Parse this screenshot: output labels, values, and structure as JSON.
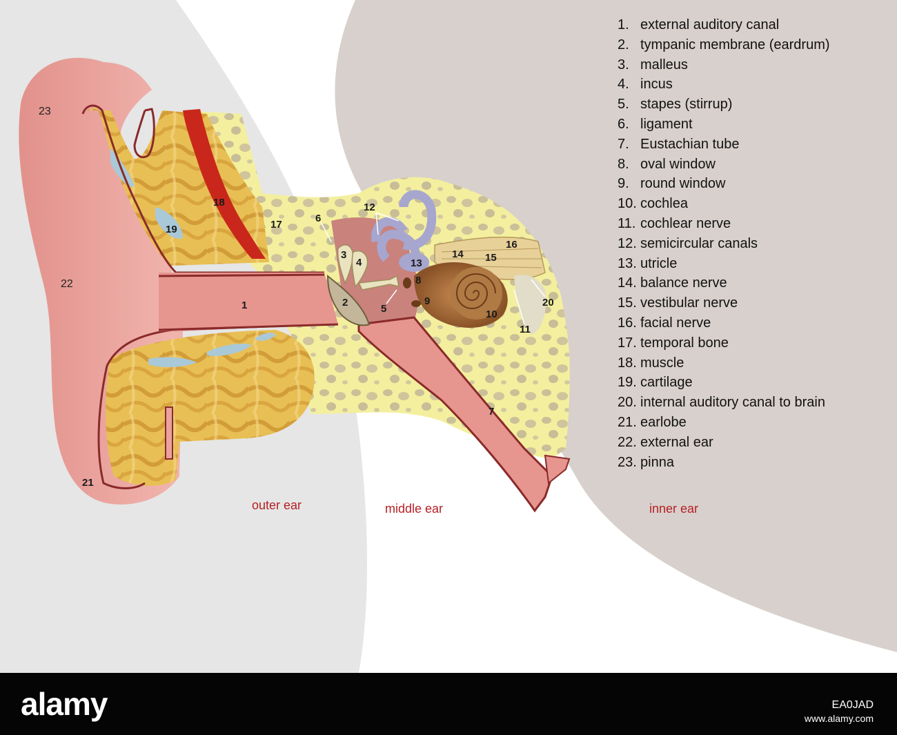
{
  "regions": {
    "outer": "outer ear",
    "middle": "middle ear",
    "inner": "inner ear"
  },
  "diagram_numbers": [
    "1",
    "2",
    "3",
    "4",
    "5",
    "6",
    "7",
    "8",
    "9",
    "10",
    "11",
    "12",
    "13",
    "14",
    "15",
    "16",
    "17",
    "18",
    "19",
    "20",
    "21",
    "22",
    "23"
  ],
  "legend": [
    {
      "num": "1.",
      "label": "external auditory canal"
    },
    {
      "num": "2.",
      "label": "tympanic membrane (eardrum)"
    },
    {
      "num": "3.",
      "label": "malleus"
    },
    {
      "num": "4.",
      "label": "incus"
    },
    {
      "num": "5.",
      "label": "stapes (stirrup)"
    },
    {
      "num": "6.",
      "label": "ligament"
    },
    {
      "num": "7.",
      "label": "Eustachian tube"
    },
    {
      "num": "8.",
      "label": "oval window"
    },
    {
      "num": "9.",
      "label": "round window"
    },
    {
      "num": "10.",
      "label": "cochlea"
    },
    {
      "num": "11.",
      "label": "cochlear nerve"
    },
    {
      "num": "12.",
      "label": "semicircular canals"
    },
    {
      "num": "13.",
      "label": "utricle"
    },
    {
      "num": "14.",
      "label": "balance nerve"
    },
    {
      "num": "15.",
      "label": "vestibular nerve"
    },
    {
      "num": "16.",
      "label": "facial nerve"
    },
    {
      "num": "17.",
      "label": "temporal bone"
    },
    {
      "num": "18.",
      "label": "muscle"
    },
    {
      "num": "19.",
      "label": "cartilage"
    },
    {
      "num": "20.",
      "label": "internal auditory canal to brain"
    },
    {
      "num": "21.",
      "label": "earlobe"
    },
    {
      "num": "22.",
      "label": "external ear"
    },
    {
      "num": "23.",
      "label": "pinna"
    }
  ],
  "footer": {
    "logo": "alamy",
    "image_id": "EA0JAD",
    "url": "www.alamy.com"
  },
  "colors": {
    "outer_bg": "#e6e6e6",
    "inner_bg": "#d8d0cc",
    "skin": "#e9a39e",
    "bone": "#f2ef9c",
    "cartilage": "#e0b34c",
    "muscle": "#c9271b",
    "region_text": "#b52025"
  }
}
